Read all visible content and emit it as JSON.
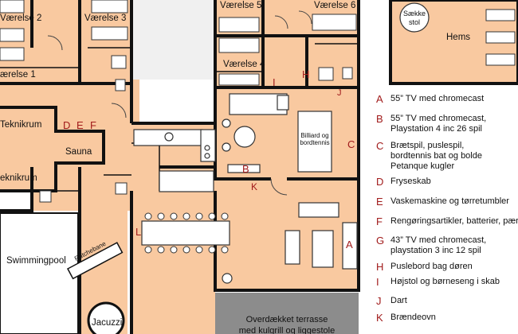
{
  "rooms": {
    "room2": "Værelse 2",
    "room3": "Værelse 3",
    "room5": "Værelse 5",
    "room6": "Værelse 6",
    "room4": "Værelse 4",
    "room1": "ærelse 1",
    "teknikrum1": "Teknikrum",
    "teknikrum2": "eknikrum",
    "sauna": "Sauna",
    "swimmingpool": "Swimmingpool",
    "jacuzzi": "Jacuzzi",
    "rutchebane": "Rutchebane",
    "saekkestol": "Sække\nstol",
    "hems": "Hems",
    "billiard": "Billiard og\nbordtennis",
    "terrace_line1": "Overdækket terrasse",
    "terrace_line2": "med kulgrill og liggestole"
  },
  "plan_markers": {
    "A": "A",
    "B": "B",
    "C": "C",
    "D": "D",
    "E": "E",
    "F": "F",
    "H": "H",
    "I": "I",
    "J": "J",
    "K": "K",
    "L": "L"
  },
  "legend": [
    {
      "key": "A",
      "text": "55” TV med chromecast"
    },
    {
      "key": "B",
      "text": "55” TV med chromecast,\nPlaystation 4 inc 26 spil"
    },
    {
      "key": "C",
      "text": "Brætspil, puslespil,\nbordtennis bat og bolde\nPetanque kugler"
    },
    {
      "key": "D",
      "text": "Fryseskab"
    },
    {
      "key": "E",
      "text": "Vaskemaskine og tørretumbler"
    },
    {
      "key": "F",
      "text": "Rengøringsartikler, batterier, pære"
    },
    {
      "key": "G",
      "text": "43” TV med chromecast,\nplaystation 3 inc 12 spil"
    },
    {
      "key": "H",
      "text": "Puslebord bag døren"
    },
    {
      "key": "I",
      "text": "Højstol og børneseng i skab"
    },
    {
      "key": "J",
      "text": "Dart"
    },
    {
      "key": "K",
      "text": "Brændeovn"
    }
  ],
  "colors": {
    "floor": "#f9c9a0",
    "wall": "#111111",
    "marker": "#a11b1b",
    "terrace": "#8c8c8c"
  }
}
